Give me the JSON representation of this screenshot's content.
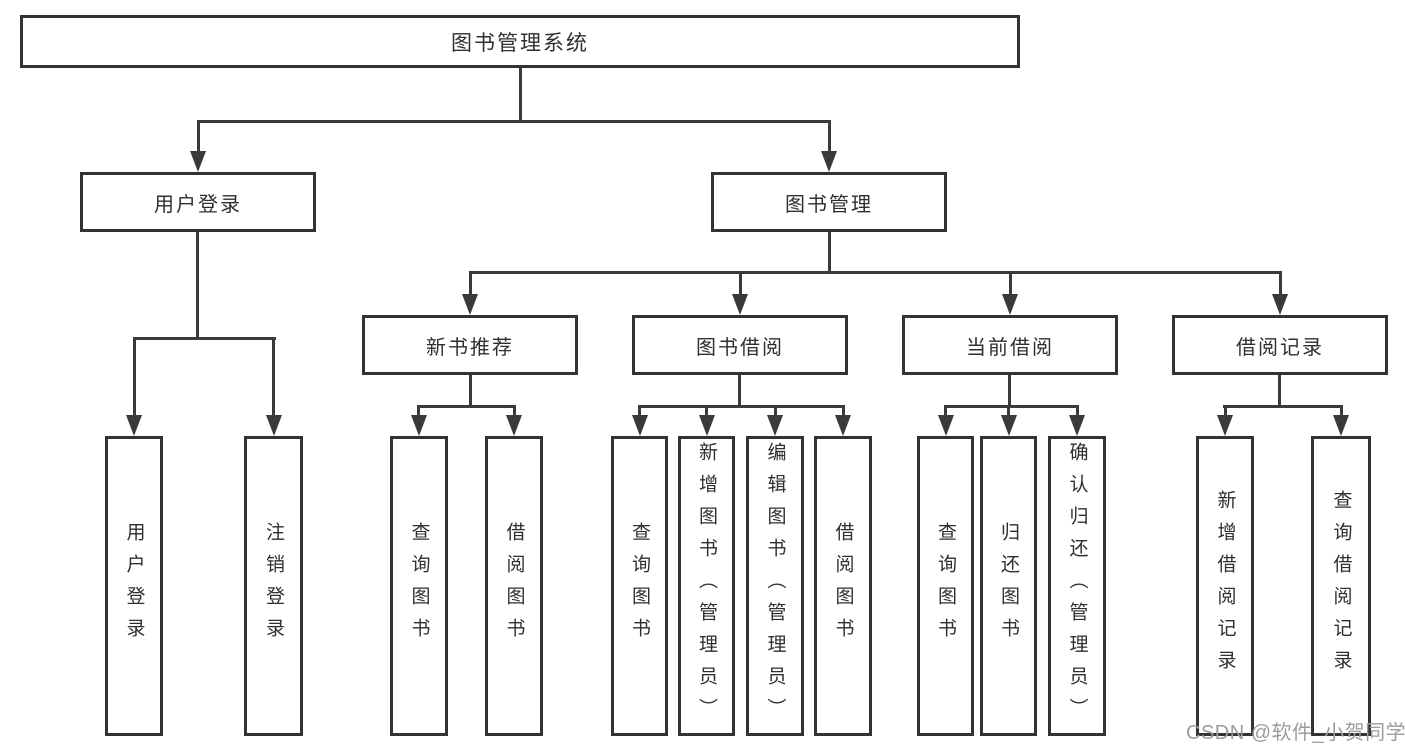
{
  "diagram": {
    "root": {
      "label": "图书管理系统"
    },
    "user_branch": {
      "label": "用户登录",
      "leaves": [
        "用户登录",
        "注销登录"
      ]
    },
    "mgmt_branch": {
      "label": "图书管理",
      "groups": [
        {
          "label": "新书推荐",
          "leaves": [
            "查询图书",
            "借阅图书"
          ]
        },
        {
          "label": "图书借阅",
          "leaves": [
            "查询图书",
            "新增图书（管理员）",
            "编辑图书（管理员）",
            "借阅图书"
          ]
        },
        {
          "label": "当前借阅",
          "leaves": [
            "查询图书",
            "归还图书",
            "确认归还（管理员）"
          ]
        },
        {
          "label": "借阅记录",
          "leaves": [
            "新增借阅记录",
            "查询借阅记录"
          ]
        }
      ]
    }
  },
  "watermark": "CSDN @软件_小贺同学",
  "colors": {
    "line": "#3a3a3a",
    "border": "#333333",
    "text": "#2f2f2f",
    "watermark_text": "#9c9c9c",
    "background": "#ffffff"
  }
}
